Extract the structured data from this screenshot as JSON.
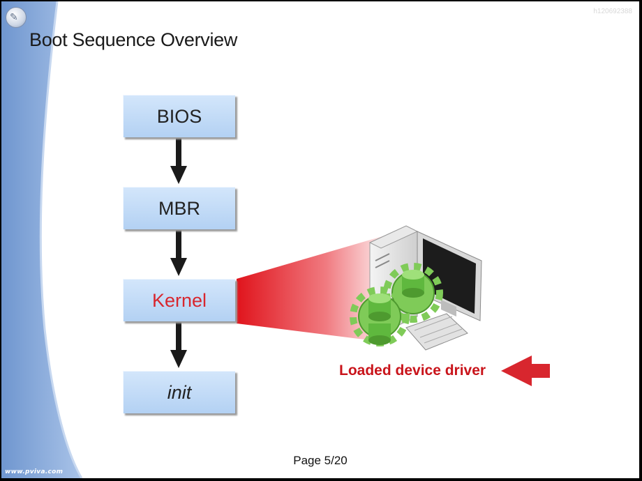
{
  "slide": {
    "title": "Boot Sequence Overview",
    "watermark": "h120692388",
    "page": "Page 5/20",
    "site_url": "www.pviva.com",
    "logo_icon": "tool-logo-icon"
  },
  "diagram": {
    "steps": [
      {
        "label": "BIOS"
      },
      {
        "label": "MBR"
      },
      {
        "label": "Kernel",
        "highlight": true
      },
      {
        "label": "init",
        "italic": true
      }
    ],
    "callout": "Loaded device driver",
    "illustration_icon": "computer-with-gears-icon"
  },
  "colors": {
    "side_band": "#7ea2d6",
    "box_fill": "#bcd6f5",
    "highlight_red": "#d8262e",
    "arrow": "#1a1a1a",
    "gear_green": "#6fc14a"
  }
}
